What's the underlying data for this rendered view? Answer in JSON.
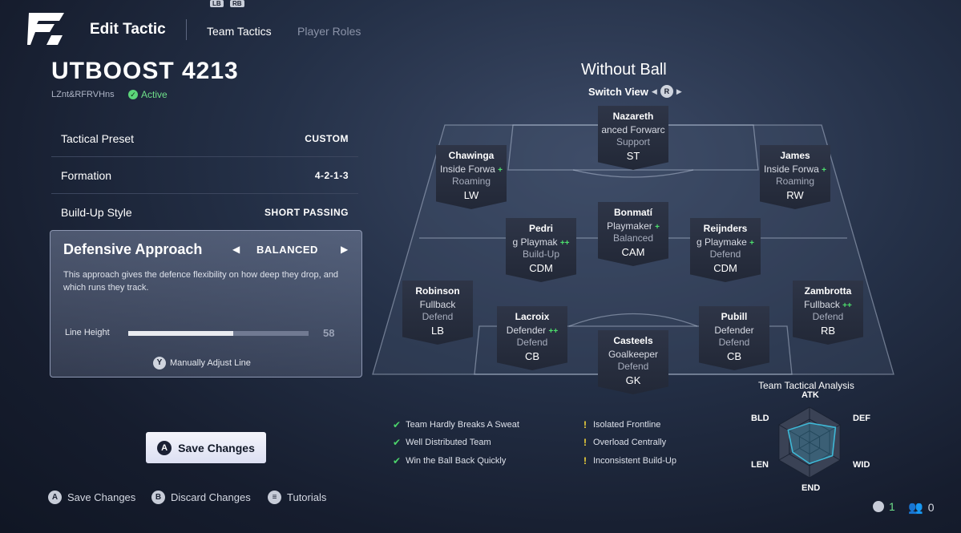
{
  "header": {
    "title": "Edit Tactic",
    "tabs": [
      {
        "label": "Team Tactics",
        "active": true
      },
      {
        "label": "Player Roles",
        "active": false
      }
    ],
    "bumpers": [
      "LB",
      "RB"
    ]
  },
  "tactic": {
    "name": "UTBOOST 4213",
    "code": "LZnt&RFRVHns",
    "status": "Active"
  },
  "settings": [
    {
      "label": "Tactical Preset",
      "value": "CUSTOM"
    },
    {
      "label": "Formation",
      "value": "4-2-1-3"
    },
    {
      "label": "Build-Up Style",
      "value": "SHORT PASSING"
    }
  ],
  "defensive": {
    "title": "Defensive Approach",
    "value": "BALANCED",
    "description": "This approach gives the defence flexibility on how deep they drop, and which runs they track.",
    "line_height_label": "Line Height",
    "line_height": 58,
    "manual_glyph": "Y",
    "manual_label": "Manually Adjust Line"
  },
  "save_button": {
    "glyph": "A",
    "label": "Save Changes"
  },
  "footer": [
    {
      "glyph": "A",
      "label": "Save Changes"
    },
    {
      "glyph": "B",
      "label": "Discard Changes"
    },
    {
      "glyph": "≡",
      "label": "Tutorials"
    }
  ],
  "pitch": {
    "title": "Without Ball",
    "switch_label": "Switch View",
    "switch_glyph": "R",
    "players": [
      {
        "name": "Nazareth",
        "role": "anced Forwarc",
        "plus": "",
        "focus": "Support",
        "pos": "ST"
      },
      {
        "name": "Chawinga",
        "role": "Inside Forwa",
        "plus": "+",
        "focus": "Roaming",
        "pos": "LW"
      },
      {
        "name": "James",
        "role": "Inside Forwa",
        "plus": "+",
        "focus": "Roaming",
        "pos": "RW"
      },
      {
        "name": "Bonmatí",
        "role": "Playmaker",
        "plus": "+",
        "focus": "Balanced",
        "pos": "CAM"
      },
      {
        "name": "Pedri",
        "role": "g Playmak",
        "plus": "++",
        "focus": "Build-Up",
        "pos": "CDM"
      },
      {
        "name": "Reijnders",
        "role": "g Playmake",
        "plus": "+",
        "focus": "Defend",
        "pos": "CDM"
      },
      {
        "name": "Robinson",
        "role": "Fullback",
        "plus": "",
        "focus": "Defend",
        "pos": "LB"
      },
      {
        "name": "Zambrotta",
        "role": "Fullback",
        "plus": "++",
        "focus": "Defend",
        "pos": "RB"
      },
      {
        "name": "Lacroix",
        "role": "Defender",
        "plus": "++",
        "focus": "Defend",
        "pos": "CB"
      },
      {
        "name": "Pubill",
        "role": "Defender",
        "plus": "",
        "focus": "Defend",
        "pos": "CB"
      },
      {
        "name": "Casteels",
        "role": "Goalkeeper",
        "plus": "",
        "focus": "Defend",
        "pos": "GK"
      }
    ]
  },
  "analysis": {
    "strengths": [
      "Team Hardly Breaks A Sweat",
      "Well Distributed Team",
      "Win the Ball Back Quickly"
    ],
    "weaknesses": [
      "Isolated Frontline",
      "Overload Centrally",
      "Inconsistent Build-Up"
    ],
    "title": "Team Tactical Analysis",
    "radar_axes": [
      "ATK",
      "DEF",
      "WID",
      "END",
      "LEN",
      "BLD"
    ],
    "radar_values": [
      0.55,
      0.85,
      0.75,
      0.6,
      0.55,
      0.7
    ]
  },
  "status_bar": {
    "notifications": "1",
    "friends": "0"
  },
  "colors": {
    "accent_green": "#4cd46b",
    "warning_yellow": "#f2d53b",
    "radar_cyan": "#3fb8d6"
  }
}
